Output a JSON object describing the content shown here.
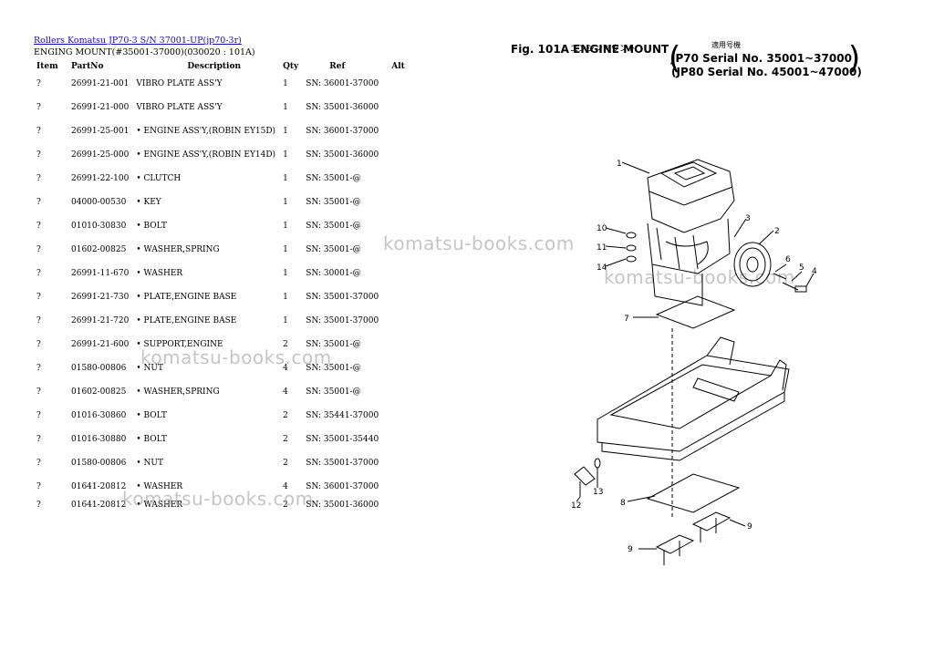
{
  "header": {
    "breadcrumb": "Rollers Komatsu JP70-3 S/N 37001-UP(jp70-3r)",
    "subtitle": "ENGING MOUNT(#35001-37000)(030020 : 101A)"
  },
  "table": {
    "columns": [
      "Item",
      "PartNo",
      "Description",
      "Qty",
      "Ref",
      "Alt"
    ],
    "rows": [
      {
        "item": "?",
        "partno": "26991-21-001",
        "desc": "VIBRO PLATE ASS'Y",
        "qty": "1",
        "ref": "SN: 36001-37000"
      },
      {
        "item": "?",
        "partno": "26991-21-000",
        "desc": "VIBRO PLATE ASS'Y",
        "qty": "1",
        "ref": "SN: 35001-36000"
      },
      {
        "item": "?",
        "partno": "26991-25-001",
        "desc": "• ENGINE ASS'Y,(ROBIN EY15D)",
        "qty": "1",
        "ref": "SN: 36001-37000"
      },
      {
        "item": "?",
        "partno": "26991-25-000",
        "desc": "• ENGINE ASS'Y,(ROBIN EY14D)",
        "qty": "1",
        "ref": "SN: 35001-36000"
      },
      {
        "item": "?",
        "partno": "26991-22-100",
        "desc": "• CLUTCH",
        "qty": "1",
        "ref": "SN: 35001-@"
      },
      {
        "item": "?",
        "partno": "04000-00530",
        "desc": "• KEY",
        "qty": "1",
        "ref": "SN: 35001-@"
      },
      {
        "item": "?",
        "partno": "01010-30830",
        "desc": "• BOLT",
        "qty": "1",
        "ref": "SN: 35001-@"
      },
      {
        "item": "?",
        "partno": "01602-00825",
        "desc": "• WASHER,SPRING",
        "qty": "1",
        "ref": "SN: 35001-@"
      },
      {
        "item": "?",
        "partno": "26991-11-670",
        "desc": "• WASHER",
        "qty": "1",
        "ref": "SN: 30001-@"
      },
      {
        "item": "?",
        "partno": "26991-21-730",
        "desc": "• PLATE,ENGINE BASE",
        "qty": "1",
        "ref": "SN: 35001-37000"
      },
      {
        "item": "?",
        "partno": "26991-21-720",
        "desc": "• PLATE,ENGINE BASE",
        "qty": "1",
        "ref": "SN: 35001-37000"
      },
      {
        "item": "?",
        "partno": "26991-21-600",
        "desc": "• SUPPORT,ENGINE",
        "qty": "2",
        "ref": "SN: 35001-@"
      },
      {
        "item": "?",
        "partno": "01580-00806",
        "desc": "• NUT",
        "qty": "4",
        "ref": "SN: 35001-@"
      },
      {
        "item": "?",
        "partno": "01602-00825",
        "desc": "• WASHER,SPRING",
        "qty": "4",
        "ref": "SN: 35001-@"
      },
      {
        "item": "?",
        "partno": "01016-30860",
        "desc": "• BOLT",
        "qty": "2",
        "ref": "SN: 35441-37000"
      },
      {
        "item": "?",
        "partno": "01016-30880",
        "desc": "• BOLT",
        "qty": "2",
        "ref": "SN: 35001-35440"
      },
      {
        "item": "?",
        "partno": "01580-00806",
        "desc": "• NUT",
        "qty": "2",
        "ref": "SN: 35001-37000"
      },
      {
        "item": "?",
        "partno": "01641-20812",
        "desc": "• WASHER",
        "qty": "4",
        "ref": "SN: 36001-37000"
      },
      {
        "item": "?",
        "partno": "01641-20812",
        "desc": "• WASHER",
        "qty": "2",
        "ref": "SN: 35001-36000"
      }
    ]
  },
  "watermark": "komatsu-books.com",
  "figure": {
    "title": "Fig. 101A ENGINE MOUNT",
    "japanese": "エンジンマウント",
    "applicability": "適用号機",
    "line1": "JP70 Serial No. 35001~37000",
    "line2": "(JP80 Serial No. 45001~47000)",
    "callouts": [
      "1",
      "2",
      "3",
      "4",
      "5",
      "6",
      "7",
      "8",
      "9",
      "9",
      "10",
      "11",
      "12",
      "13",
      "14"
    ]
  }
}
